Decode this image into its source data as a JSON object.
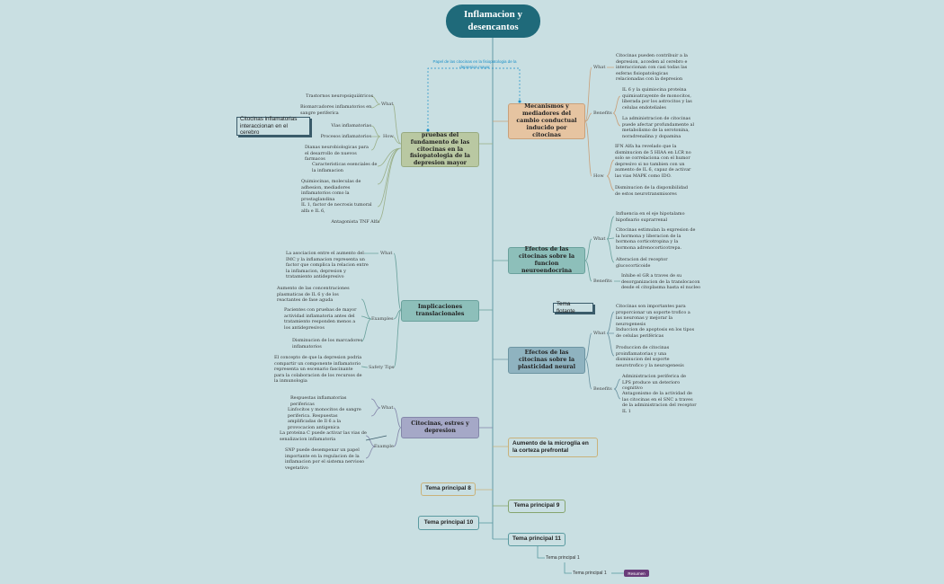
{
  "root": "Inflamacion y desencantos",
  "relation_note": "Papel de las citocinas en la fisiopatologia de la depresion mayor",
  "floating_left": "Citocinas inflamatorias interaccionan en el cerebro",
  "floating_right": "Tema flotante",
  "left": {
    "b1": {
      "title": "pruebas del fundamento de las citocinas en la fisiopatologia de la depresion mayor",
      "what_label": "What",
      "what": [
        "Trastornos neuropsiquiátricos",
        "Biomarcadores inflamatorios en sangre periferica"
      ],
      "how_label": "How",
      "how": [
        "Vias inflamatorias",
        "Procesos inflamatorios",
        "Dianas neurobiologicas para el desarrollo de nuevos farmacos"
      ],
      "extra": [
        "Caracteristicas esenciales de la inflamacion",
        "Quimiocinas, moleculas de adhesion, mediadores inflamatorios como la prostaglandina",
        "IL 1, factor de necrosis tumoral alfa e IL 6,",
        "Antagonista TNF Alfa"
      ]
    },
    "b2": {
      "title": "Implicaciones translacionales",
      "what_label": "What",
      "what": [
        "La asociacion entre el aumento del IMC  y la inflamacion representa un factor que complica la relacion entre la inflamacion, depresion y tratamiento antidepresivo"
      ],
      "examples_label": "Examples",
      "examples": [
        "Aumento de las concentraciones plasmaticas de IL 6 y de los reactantes de fase aguda",
        "Pacientes con pruebas de mayor actividad inflamatoria antes del tratamiento responden menos a los antidepresivos",
        "Disminucion de los marcadores inflamatorios"
      ],
      "safety_label": "Safety Tips",
      "safety": [
        "El concepto de que la depresion podria compartir un componente inflamatorio representa un escenario fascinante para la colaboracion de los recursos de la inmunologia"
      ]
    },
    "b3": {
      "title": "Citocinas, estres y depresion",
      "what_label": "What",
      "what": [
        "Respuestas inflamatorias perifericas",
        "Linfocitos y monocitos de sangre periferica. Respuestas amplificadas de Il 6 a la provocacion antigenica"
      ],
      "example_label": "Example",
      "example": [
        "La proteina C puede activar las vias de senalizacion inflamatoria",
        "SNP puede desempenar un papel importante en la regulacion de la inflamacion por el sistema nervioso vegetativo"
      ]
    }
  },
  "right": {
    "b1": {
      "title": "Mecanismos y mediadores del cambio conductual inducido por citocinas",
      "what_label": "What",
      "what": [
        "Citocinas pueden contribuir a la depresion, acceden al cerebro e interaccionan con casi todas las esferas fisiopatologicas relacionadas con la depresion"
      ],
      "benefits_label": "Benefits",
      "benefits": [
        "IL 6 y la quimiocina proteina quimioatrayente de monocitos, liberada por los astrocitos y las celulas endoteliales",
        "La administracion de citocinas puede afectar profundamente al metabolismo de la serotonina, noradrenalina y dopamina"
      ],
      "how_label": "How",
      "how": [
        "IFN Alfa ha revelado que la disminucion de 5 HIAA en LCR no solo se correlaciona con el humor depresivo si no tambien con un aumento de IL 6, capaz de activar las vias MAPK como IDO.",
        "Disminucion de la disponibilidad de estos neurotransmisores"
      ]
    },
    "b2": {
      "title": "Efectos de las citocinas sobre la funcion neuroendocrina",
      "what_label": "What",
      "what": [
        "Influencia en el eje hipotalamo hipofisario suprarrenal",
        "Citocinas estimulan la expresion de la hormona y liberacion de la hormona corticotropina y la hormona adrenocorticotrepa.",
        "Alteracion del receptor glucocorticoide"
      ],
      "benefits_label": "Benefits",
      "benefits": [
        "Inhibe el GR a traves de su desorganizacion de la translocacon desde el citoplasma hasta el nucleo"
      ]
    },
    "b3": {
      "title": "Efectos de las citocinas sobre la plasticidad neural",
      "what_label": "What",
      "what": [
        "Citocinas son importantes para proporcionar un soporte trofico a las neuronas y mejorar la neurogenesis",
        "Induccion de apoptosis en los tipos de celulas periféricas",
        "Produccion de citocinas proinflamatorias y una disminucion del soporte neurotrofico y la neurogenesis"
      ],
      "benefits_label": "Benefits",
      "benefits": [
        "Administracion periferica de LPS produce un deterioro cognitivo",
        "Antagonismo de la actividad de las citocinas en el SNC a traves de la administracion del receptor IL 1"
      ]
    },
    "b4": "Aumento de la microglia en la corteza prefrontal"
  },
  "themes": {
    "t8": "Tema principal 8",
    "t9": "Tema principal 9",
    "t10": "Tema principal 10",
    "t11": "Tema principal 11",
    "sub1": "Tema principal 1",
    "sub2": "Tema principal 1",
    "resumen": "Resumen"
  }
}
